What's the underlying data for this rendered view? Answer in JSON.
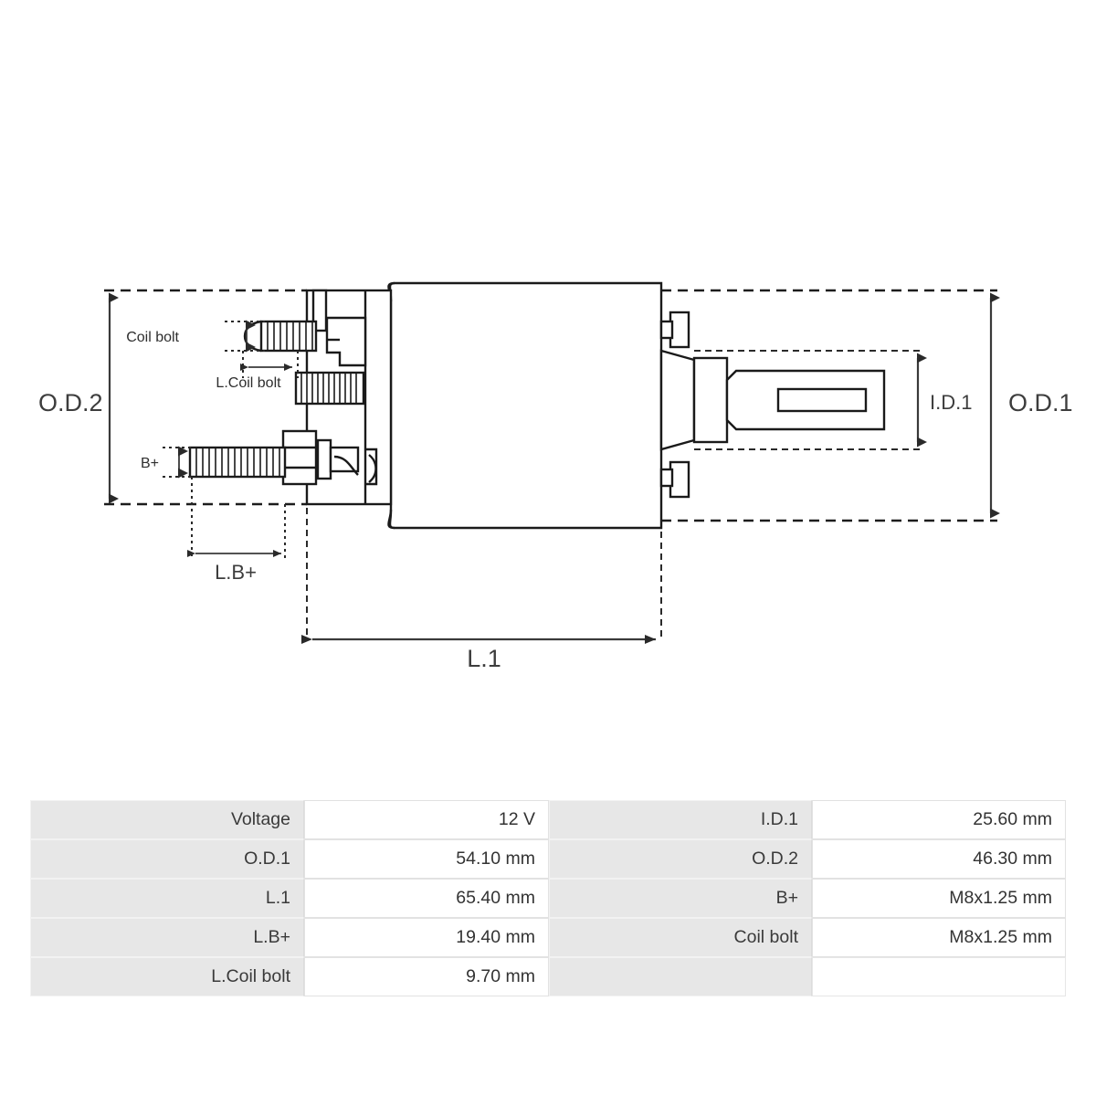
{
  "drawing": {
    "title": "starter-solenoid-dimension-drawing",
    "dimension_labels": {
      "od2": "O.D.2",
      "od1": "O.D.1",
      "id1": "I.D.1",
      "l1": "L.1",
      "lbplus": "L.B+",
      "bplus": "B+",
      "coil_bolt": "Coil bolt",
      "l_coil_bolt": "L.Coil bolt"
    }
  },
  "spec_table": {
    "left_rows": [
      {
        "label": "Voltage",
        "value": "12 V"
      },
      {
        "label": "O.D.1",
        "value": "54.10 mm"
      },
      {
        "label": "L.1",
        "value": "65.40 mm"
      },
      {
        "label": "L.B+",
        "value": "19.40 mm"
      },
      {
        "label": "L.Coil bolt",
        "value": "9.70 mm"
      }
    ],
    "right_rows": [
      {
        "label": "I.D.1",
        "value": "25.60 mm"
      },
      {
        "label": "O.D.2",
        "value": "46.30 mm"
      },
      {
        "label": "B+",
        "value": "M8x1.25 mm"
      },
      {
        "label": "Coil bolt",
        "value": "M8x1.25 mm"
      },
      {
        "label": "",
        "value": ""
      }
    ]
  },
  "colors": {
    "label_cell_bg": "#e7e7e7",
    "value_cell_bg": "#ffffff",
    "line": "#1a1a1a",
    "text": "#3a3a3a"
  }
}
